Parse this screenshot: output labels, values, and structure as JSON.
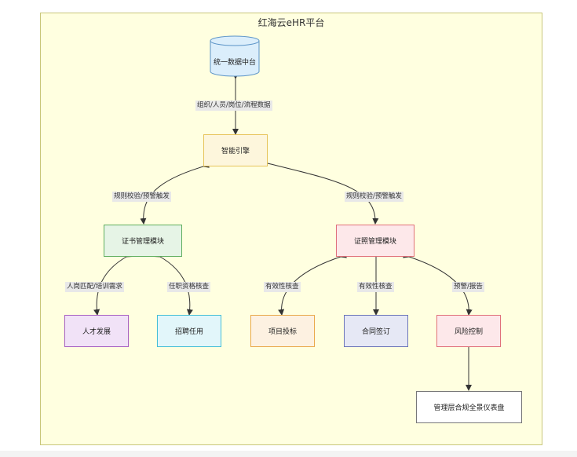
{
  "container": {
    "title": "红海云eHR平台"
  },
  "nodes": {
    "database": "统一数据中台",
    "engine": "智能引擎",
    "cert_module": "证书管理模块",
    "license_module": "证照管理模块",
    "talent_dev": "人才发展",
    "recruit": "招聘任用",
    "bidding": "项目投标",
    "contract": "合同签订",
    "risk": "风险控制",
    "dashboard": "管理层合规全景仪表盘"
  },
  "edges": {
    "db_engine": "组织/人员/岗位/流程数据",
    "engine_cert": "规则校验/预警触发",
    "engine_license": "规则校验/预警触发",
    "cert_talent": "人岗匹配/培训需求",
    "cert_recruit": "任职资格核查",
    "license_bidding": "有效性核查",
    "license_contract": "有效性核查",
    "license_risk": "预警/报告"
  },
  "colors": {
    "container_fill": "#ffffe0",
    "database_fill": "#dbeefb",
    "engine_fill": "#fdf6dc",
    "cert_fill": "#e6f4e6",
    "license_fill": "#fde8ea",
    "talent_fill": "#f1e2f7",
    "recruit_fill": "#e2f6fa",
    "bidding_fill": "#fdf1e1",
    "contract_fill": "#e6e8f5",
    "risk_fill": "#fde8ea"
  }
}
